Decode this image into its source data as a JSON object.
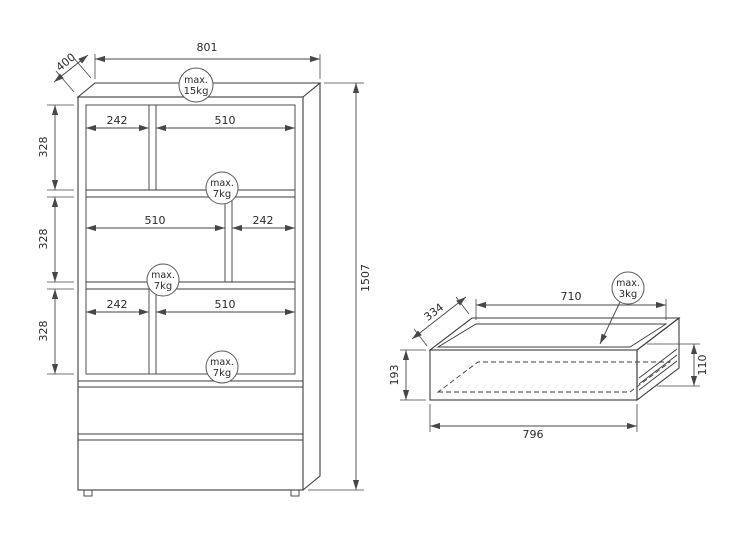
{
  "diagram": {
    "cabinet": {
      "overall_width": "801",
      "overall_depth": "400",
      "overall_height": "1507",
      "section_heights": [
        "328",
        "328",
        "328"
      ],
      "rows": [
        {
          "left": "242",
          "right": "510"
        },
        {
          "left": "510",
          "right": "242"
        },
        {
          "left": "242",
          "right": "510"
        }
      ],
      "load_top": {
        "prefix": "max.",
        "value": "15kg"
      },
      "load_shelves": [
        {
          "prefix": "max.",
          "value": "7kg"
        },
        {
          "prefix": "max.",
          "value": "7kg"
        },
        {
          "prefix": "max.",
          "value": "7kg"
        }
      ]
    },
    "drawer": {
      "inner_depth": "334",
      "inner_width": "710",
      "front_height": "193",
      "side_height": "110",
      "outer_width": "796",
      "load": {
        "prefix": "max.",
        "value": "3kg"
      }
    }
  }
}
